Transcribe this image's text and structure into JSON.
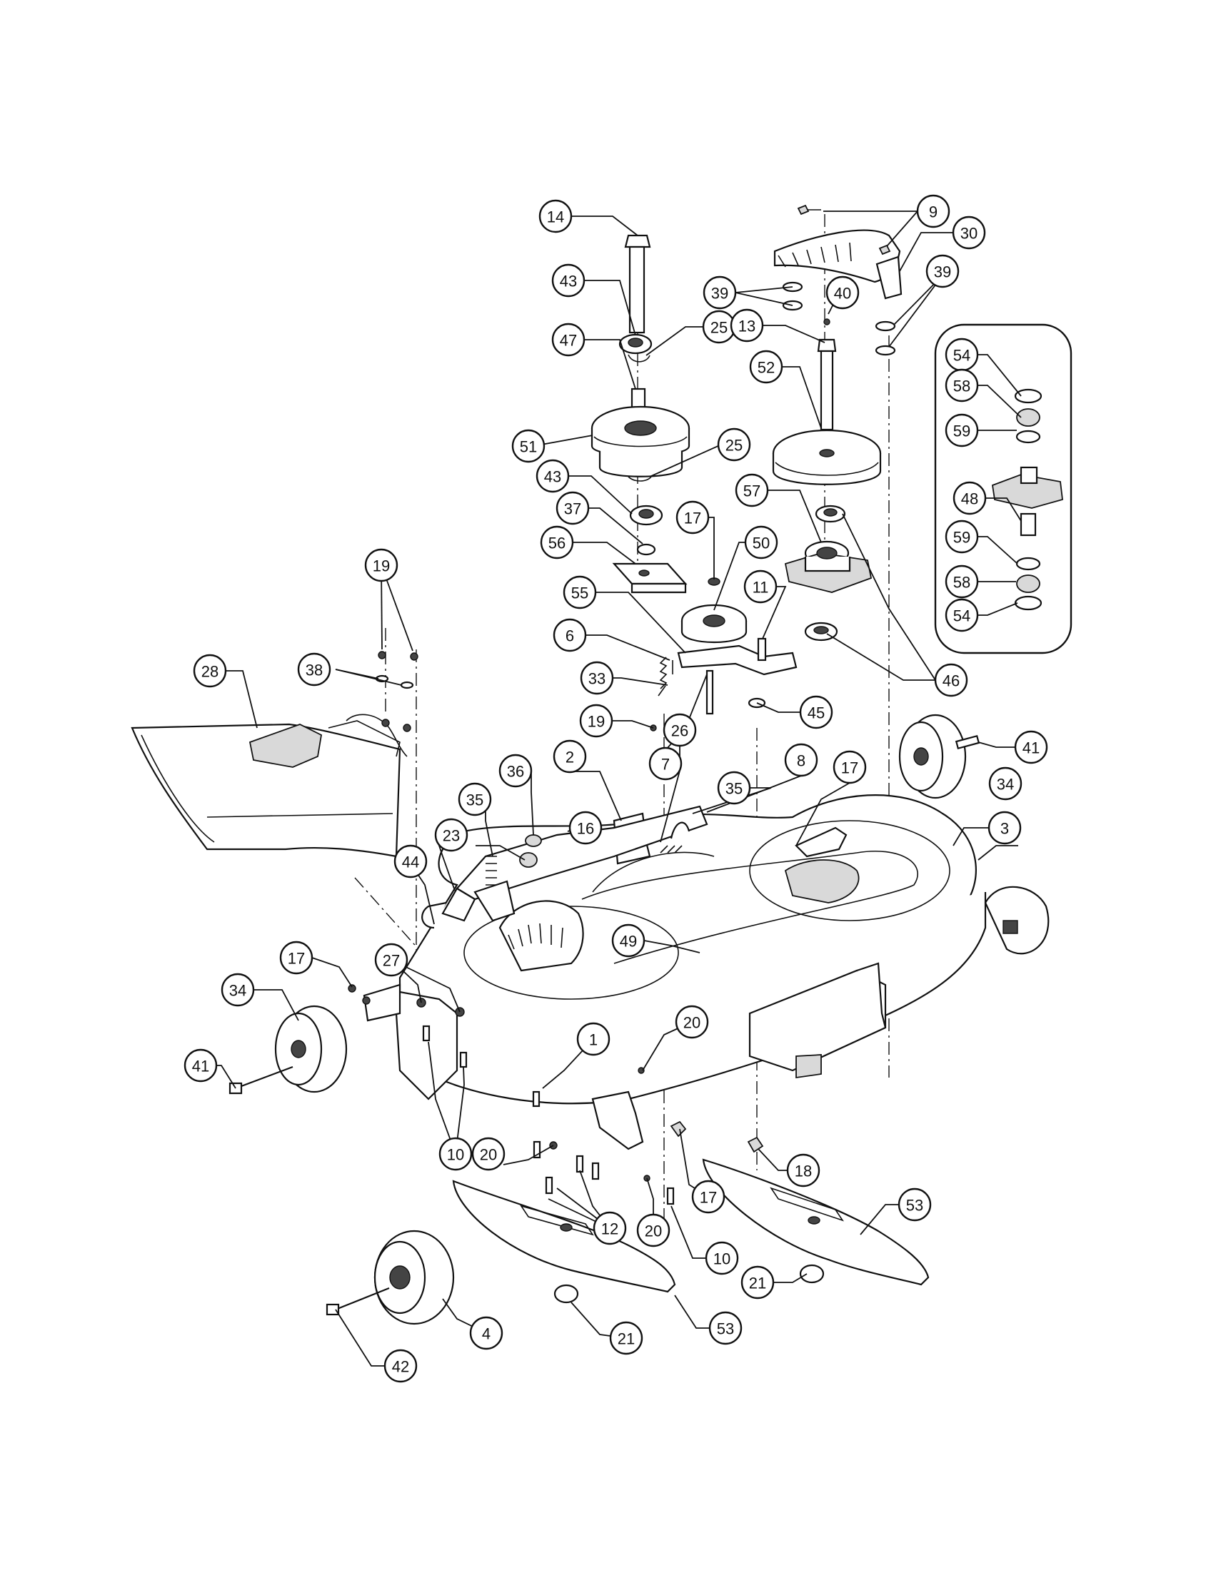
{
  "diagram": {
    "callouts": [
      {
        "id": "c14",
        "label": "14"
      },
      {
        "id": "c9",
        "label": "9"
      },
      {
        "id": "c30",
        "label": "30"
      },
      {
        "id": "c43a",
        "label": "43"
      },
      {
        "id": "c25a",
        "label": "25"
      },
      {
        "id": "c39a",
        "label": "39"
      },
      {
        "id": "c40",
        "label": "40"
      },
      {
        "id": "c39b",
        "label": "39"
      },
      {
        "id": "c47",
        "label": "47"
      },
      {
        "id": "c13",
        "label": "13"
      },
      {
        "id": "c54a",
        "label": "54"
      },
      {
        "id": "c52",
        "label": "52"
      },
      {
        "id": "c58a",
        "label": "58"
      },
      {
        "id": "c51",
        "label": "51"
      },
      {
        "id": "c25b",
        "label": "25"
      },
      {
        "id": "c59a",
        "label": "59"
      },
      {
        "id": "c43b",
        "label": "43"
      },
      {
        "id": "c57",
        "label": "57"
      },
      {
        "id": "c48",
        "label": "48"
      },
      {
        "id": "c37",
        "label": "37"
      },
      {
        "id": "c17a",
        "label": "17"
      },
      {
        "id": "c50",
        "label": "50"
      },
      {
        "id": "c59b",
        "label": "59"
      },
      {
        "id": "c56",
        "label": "56"
      },
      {
        "id": "c19a",
        "label": "19"
      },
      {
        "id": "c58b",
        "label": "58"
      },
      {
        "id": "c11",
        "label": "11"
      },
      {
        "id": "c54b",
        "label": "54"
      },
      {
        "id": "c55",
        "label": "55"
      },
      {
        "id": "c6",
        "label": "6"
      },
      {
        "id": "c38",
        "label": "38"
      },
      {
        "id": "c46",
        "label": "46"
      },
      {
        "id": "c28",
        "label": "28"
      },
      {
        "id": "c33",
        "label": "33"
      },
      {
        "id": "c19b",
        "label": "19"
      },
      {
        "id": "c45",
        "label": "45"
      },
      {
        "id": "c7",
        "label": "7"
      },
      {
        "id": "c26",
        "label": "26"
      },
      {
        "id": "c41a",
        "label": "41"
      },
      {
        "id": "c36",
        "label": "36"
      },
      {
        "id": "c2",
        "label": "2"
      },
      {
        "id": "c35a",
        "label": "35"
      },
      {
        "id": "c8",
        "label": "8"
      },
      {
        "id": "c17b",
        "label": "17"
      },
      {
        "id": "c34a",
        "label": "34"
      },
      {
        "id": "c35b",
        "label": "35"
      },
      {
        "id": "c16",
        "label": "16"
      },
      {
        "id": "c3",
        "label": "3"
      },
      {
        "id": "c23",
        "label": "23"
      },
      {
        "id": "c44",
        "label": "44"
      },
      {
        "id": "c49",
        "label": "49"
      },
      {
        "id": "c17c",
        "label": "17"
      },
      {
        "id": "c27",
        "label": "27"
      },
      {
        "id": "c34b",
        "label": "34"
      },
      {
        "id": "c20a",
        "label": "20"
      },
      {
        "id": "c1",
        "label": "1"
      },
      {
        "id": "c41b",
        "label": "41"
      },
      {
        "id": "c10a",
        "label": "10"
      },
      {
        "id": "c20b",
        "label": "20"
      },
      {
        "id": "c18",
        "label": "18"
      },
      {
        "id": "c17d",
        "label": "17"
      },
      {
        "id": "c12",
        "label": "12"
      },
      {
        "id": "c20c",
        "label": "20"
      },
      {
        "id": "c53a",
        "label": "53"
      },
      {
        "id": "c10b",
        "label": "10"
      },
      {
        "id": "c21a",
        "label": "21"
      },
      {
        "id": "c4",
        "label": "4"
      },
      {
        "id": "c42",
        "label": "42"
      },
      {
        "id": "c21b",
        "label": "21"
      },
      {
        "id": "c53b",
        "label": "53"
      }
    ]
  }
}
